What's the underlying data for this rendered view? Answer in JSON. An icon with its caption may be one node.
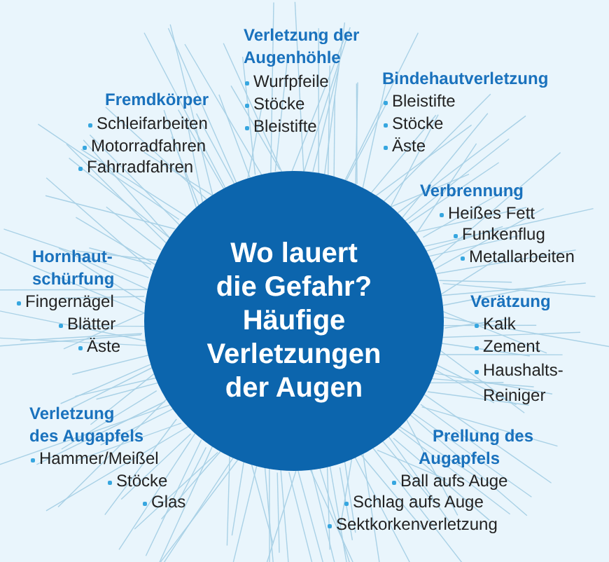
{
  "diagram": {
    "nodes": [
      {
        "text": [
          "Wo lauert die Gefahr? Häufige Verletzungen der Augen"
        ]
      }
    ],
    "labels": [
      "Verletzung der Augenhöhle",
      "Wurfpfeile",
      "Stöcke",
      "Bleistifte",
      "Bindehautverletzung",
      "Bleistifte",
      "Stöcke",
      "Äste",
      "Fremdkörper",
      "Schleifarbeiten",
      "Motorradfahren",
      "Fahrradfahren",
      "Verbrennung",
      "Heißes Fett",
      "Funkenflug",
      "Metallarbeiten",
      "Hornhaut-schürfung",
      "Fingernägel",
      "Blätter",
      "Äste",
      "Verätzung",
      "Kalk",
      "Zement",
      "Haushalts-Reiniger",
      "Verletzung des Augapfels",
      "Hammer/Meißel",
      "Stöcke",
      "Glas",
      "Prellung des Augapfels",
      "Ball aufs Auge",
      "Schlag aufs Auge",
      "Sektkorkenverletzung"
    ]
  }
}
